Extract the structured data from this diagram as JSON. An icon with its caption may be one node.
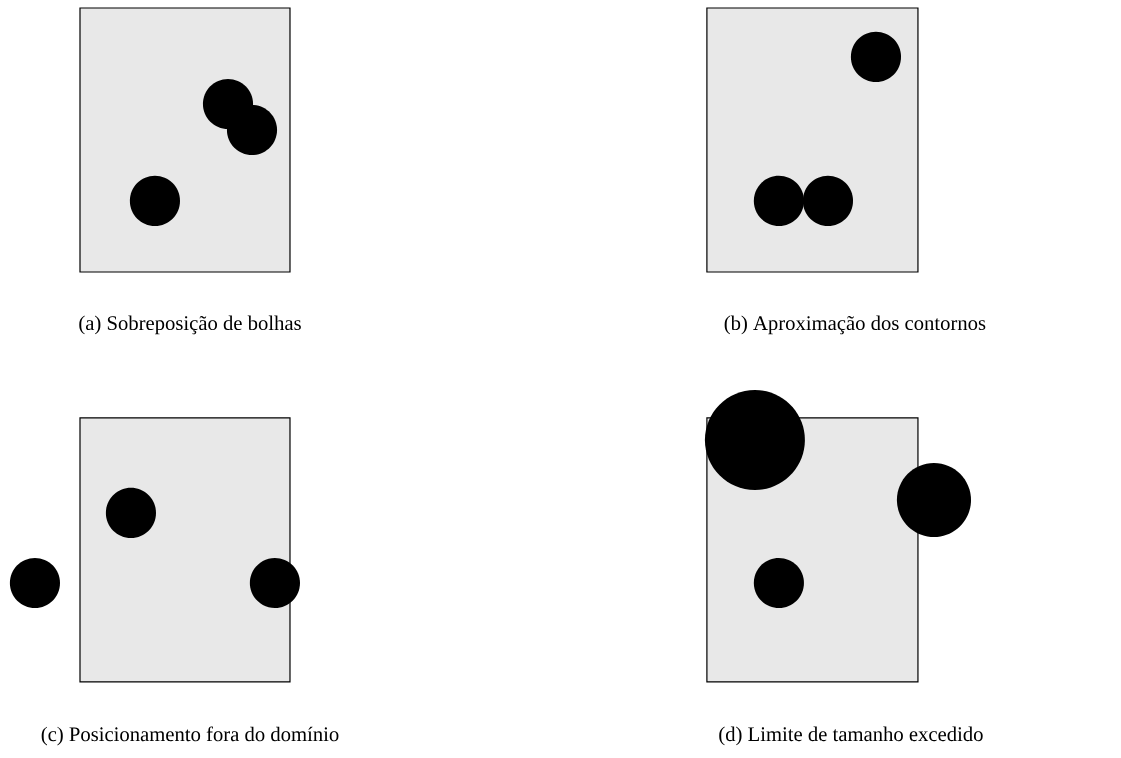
{
  "diagram": {
    "labels": [
      "(a) Sobreposição de bolhas",
      "(b) Aproximação dos contornos",
      "(c) Posicionamento fora do domínio",
      "(d) Limite de tamanho excedido"
    ]
  }
}
